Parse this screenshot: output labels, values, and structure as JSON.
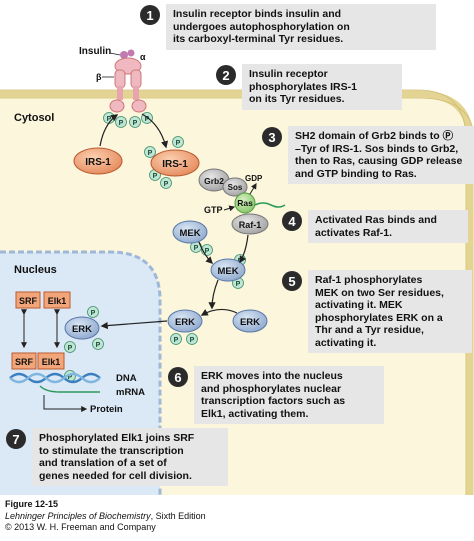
{
  "labels": {
    "insulin": "Insulin",
    "alpha": "α",
    "beta": "β",
    "cytosol": "Cytosol",
    "nucleus": "Nucleus",
    "p": "P",
    "irs1": "IRS-1",
    "grb2": "Grb2",
    "sos": "Sos",
    "ras": "Ras",
    "gdp": "GDP",
    "gtp": "GTP",
    "raf1": "Raf-1",
    "mek": "MEK",
    "erk": "ERK",
    "srf": "SRF",
    "elk1": "Elk1",
    "dna": "DNA",
    "mrna": "mRNA",
    "protein": "Protein"
  },
  "steps": [
    {
      "num": "1",
      "text": "Insulin receptor binds insulin and\nundergoes autophosphorylation on\nits carboxyl-terminal Tyr residues."
    },
    {
      "num": "2",
      "text": "Insulin receptor\nphosphorylates IRS-1\non its Tyr residues."
    },
    {
      "num": "3",
      "text": "SH2 domain of Grb2 binds to Ⓟ\n–Tyr of IRS-1. Sos binds to Grb2,\nthen to Ras, causing GDP release\nand GTP binding to Ras."
    },
    {
      "num": "4",
      "text": "Activated Ras binds and\nactivates Raf-1."
    },
    {
      "num": "5",
      "text": "Raf-1 phosphorylates\nMEK on two Ser residues,\nactivating it. MEK\nphosphorylates ERK on a\nThr and a Tyr residue,\nactivating it."
    },
    {
      "num": "6",
      "text": "ERK moves into the nucleus\nand phosphorylates nuclear\ntranscription factors such as\nElk1, activating them."
    },
    {
      "num": "7",
      "text": "Phosphorylated Elk1 joins SRF\nto stimulate the transcription\nand translation of a set of\ngenes needed for cell division."
    }
  ],
  "caption": {
    "figure": "Figure 12-15",
    "book": "Lehninger Principles of Biochemistry",
    "edition": ", Sixth Edition",
    "copyright": "© 2013 W. H. Freeman and Company"
  },
  "colors": {
    "cytosol": "#fbf6dc",
    "membrane": "#e8dc9c",
    "nucleus": "#dbe8f5",
    "receptor": "#f0b8c0",
    "phospho": "#bfe6d5",
    "irs": "#f3a57a",
    "mek": "#a9bfdc",
    "ras": "#a8d890",
    "step_box": "#e6e6e6"
  }
}
